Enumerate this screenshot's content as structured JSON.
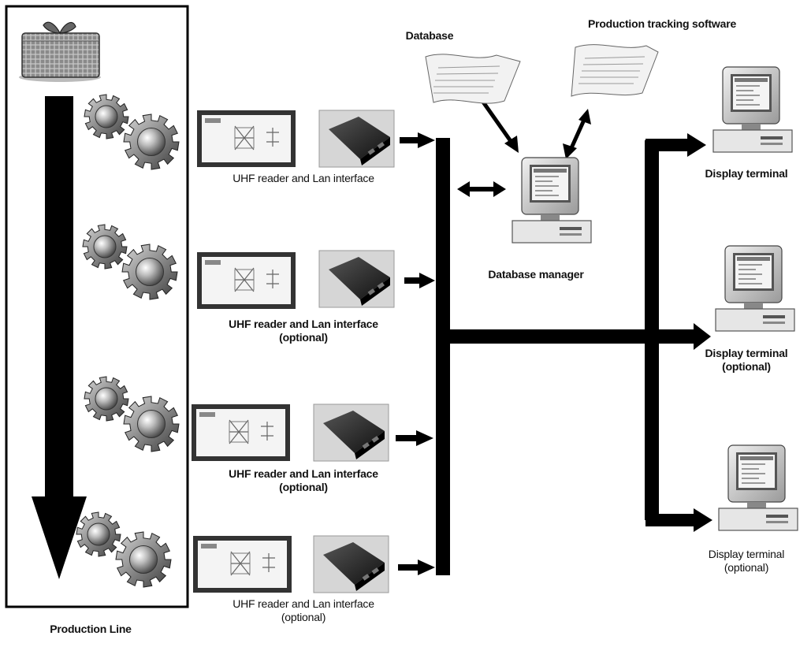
{
  "production_line": {
    "label": "Production Line"
  },
  "database": {
    "label": "Database"
  },
  "tracking_software": {
    "label": "Production tracking software"
  },
  "database_manager": {
    "label": "Database manager"
  },
  "readers": [
    {
      "line1": "UHF reader and Lan interface",
      "line2": ""
    },
    {
      "line1": "UHF reader and Lan interface",
      "line2": "(optional)"
    },
    {
      "line1": "UHF reader and Lan interface",
      "line2": "(optional)"
    },
    {
      "line1": "UHF reader and Lan interface",
      "line2": "(optional)"
    }
  ],
  "terminals": [
    {
      "line1": "Display terminal",
      "line2": ""
    },
    {
      "line1": "Display terminal",
      "line2": "(optional)"
    },
    {
      "line1": "Display terminal",
      "line2": "(optional)"
    }
  ]
}
